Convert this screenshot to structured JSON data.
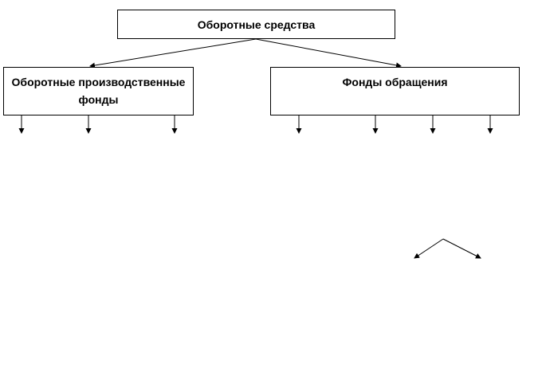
{
  "diagram": {
    "root": {
      "label": "Оборотные средства"
    },
    "left": {
      "label": "Оборотные производственные фонды",
      "branch_count": 3
    },
    "right": {
      "label": "Фонды обращения",
      "branch_count": 4
    },
    "lower_fork": {
      "branch_count": 2
    },
    "colors": {
      "line": "#000000",
      "box_border": "#000000",
      "background": "#ffffff"
    }
  }
}
